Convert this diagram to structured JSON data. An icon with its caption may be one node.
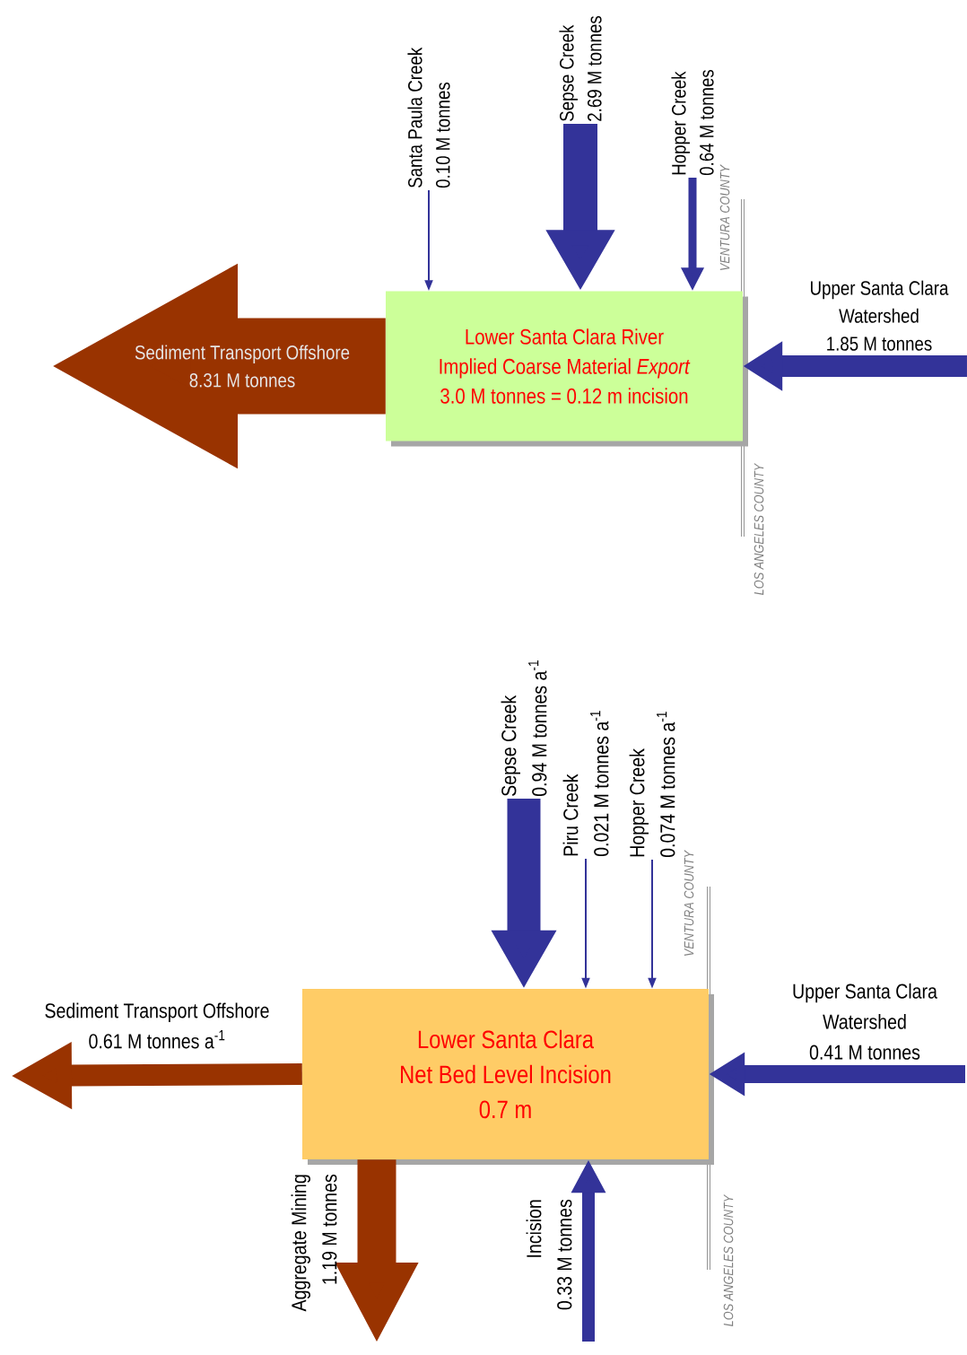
{
  "diagram": {
    "nodes": [
      {
        "text": [
          "Lower Santa Clara River",
          "Implied Coarse Material *Export*",
          "3.0 M tonnes = 0.12 m incision"
        ]
      },
      {
        "text": [
          "Santa Paula Creek",
          "0.10 M tonnes"
        ]
      },
      {
        "text": [
          "Sepse Creek",
          "2.69 M tonnes"
        ]
      },
      {
        "text": [
          "Hopper Creek",
          "0.64 M tonnes"
        ]
      },
      {
        "text": [
          "Upper Santa Clara Watershed",
          "1.85 M tonnes"
        ]
      },
      {
        "text": [
          "Lower Santa Clara",
          "Net Bed Level Incision",
          "0.7 m"
        ]
      },
      {
        "text": [
          "Sepse Creek",
          "0.94 M tonnes a$^{-1}$"
        ]
      },
      {
        "text": [
          "Piru Creek",
          "0.021 M tonnes a$^{-1}$"
        ]
      },
      {
        "text": [
          "Hopper Creek",
          "0.074 M tonnes a$^{-1}$"
        ]
      },
      {
        "text": [
          "Upper Santa Clara Watershed",
          "0.41 M tonnes"
        ]
      }
    ],
    "edges": [
      {
        "from": 1,
        "to": 0,
        "arrow": "to",
        "color": "#333399"
      },
      {
        "from": 2,
        "to": 0,
        "arrow": "to",
        "style": "thick",
        "color": "#333399"
      },
      {
        "from": 3,
        "to": 0,
        "arrow": "to",
        "color": "#333399"
      },
      {
        "from": 4,
        "to": 0,
        "arrow": "to",
        "color": "#333399"
      },
      {
        "from": 0,
        "to": null,
        "arrow": "to",
        "label": "Sediment Transport Offshore 8.31 M tonnes",
        "style": "thick",
        "color": "#993300"
      },
      {
        "from": 6,
        "to": 5,
        "arrow": "to",
        "style": "thick",
        "color": "#333399"
      },
      {
        "from": 7,
        "to": 5,
        "arrow": "to",
        "color": "#333399"
      },
      {
        "from": 8,
        "to": 5,
        "arrow": "to",
        "color": "#333399"
      },
      {
        "from": 9,
        "to": 5,
        "arrow": "to",
        "color": "#333399"
      },
      {
        "from": 5,
        "to": null,
        "arrow": "to",
        "label": "Sediment Transport Offshore 0.61 M tonnes a$^{-1}$",
        "color": "#993300"
      },
      {
        "from": 5,
        "to": null,
        "arrow": "to",
        "label": "Aggregate Mining 1.19 M tonnes",
        "style": "thick",
        "color": "#993300"
      },
      {
        "from": null,
        "to": 5,
        "arrow": "to",
        "label": "Incision 0.33 M tonnes",
        "color": "#333399"
      }
    ],
    "labels": [
      "VENTURA COUNTY",
      "LOS ANGELES COUNTY",
      "VENTURA COUNTY",
      "LOS ANGELES COUNTY"
    ]
  }
}
